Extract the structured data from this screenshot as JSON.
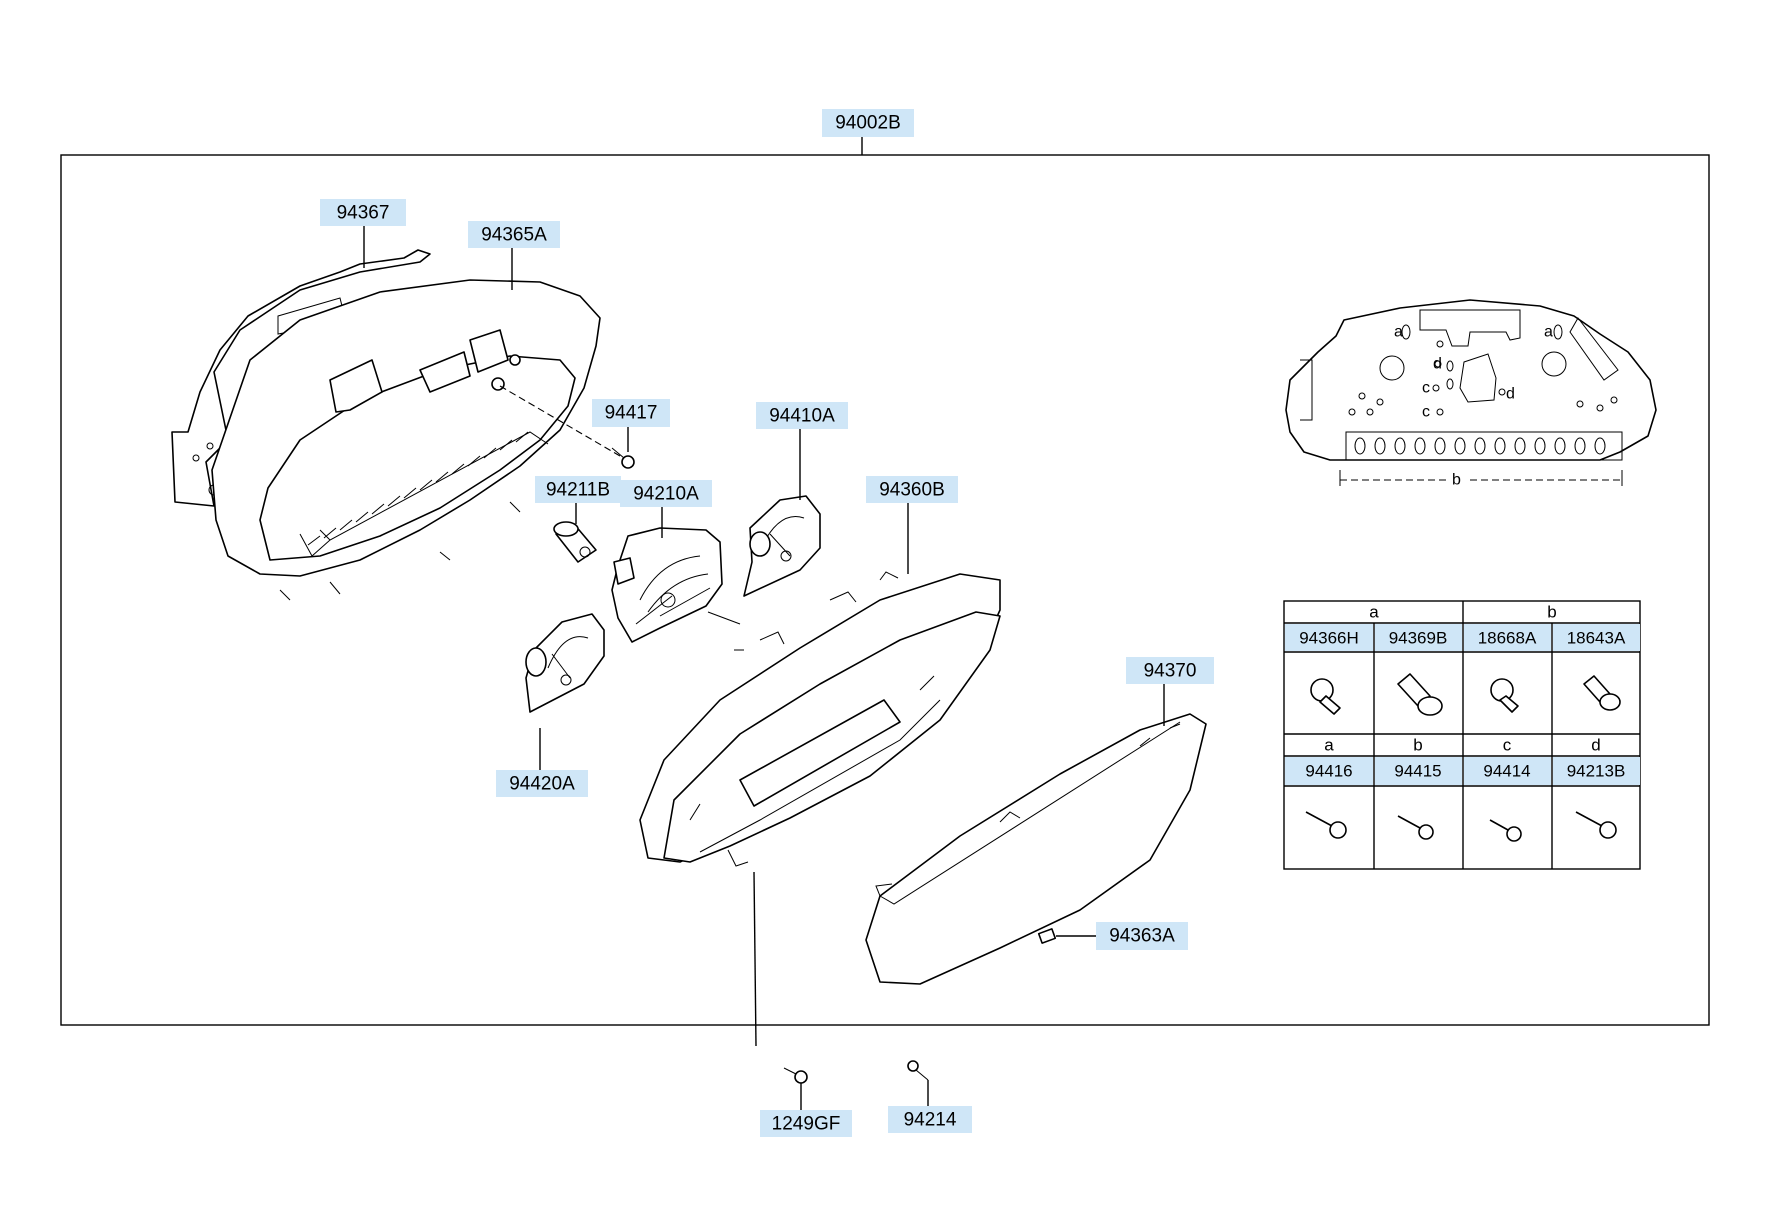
{
  "assembly": {
    "label": "94002B"
  },
  "callouts": {
    "c94367": "94367",
    "c94365A": "94365A",
    "c94417": "94417",
    "c94211B": "94211B",
    "c94210A": "94210A",
    "c94410A": "94410A",
    "c94360B": "94360B",
    "c94420A": "94420A",
    "c94370": "94370",
    "c94363A": "94363A",
    "c1249GF": "1249GF",
    "c94214": "94214"
  },
  "pcb_detail": {
    "a_left": "a",
    "a_right": "a",
    "d_left": "d",
    "d_right": "d",
    "c_top": "c",
    "c_bottom": "c",
    "b": "b"
  },
  "bulb_table": {
    "row1_groups": [
      "a",
      "b"
    ],
    "row1_parts": [
      "94366H",
      "94369B",
      "18668A",
      "18643A"
    ],
    "row2_groups": [
      "a",
      "b",
      "c",
      "d"
    ],
    "row2_parts": [
      "94416",
      "94415",
      "94414",
      "94213B"
    ]
  }
}
